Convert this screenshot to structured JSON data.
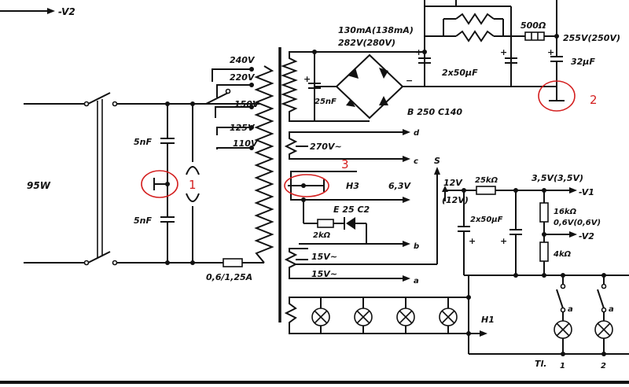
{
  "schematic": {
    "power": "95W",
    "top_output": "-V2",
    "tap_240": "240V",
    "tap_220": "220V",
    "tap_150": "150V",
    "tap_125": "125V",
    "tap_110": "110V",
    "fuse": "0,6/1,25A",
    "cap_top": "5nF",
    "cap_bottom": "5nF",
    "rectifier_current": "130mA(138mA)",
    "rectifier_voltage": "282V(280V)",
    "snubber_cap": "25nF",
    "rectifier": "B 250 C140",
    "filter_caps": "2x50µF",
    "resistor_500": "500Ω",
    "out_255": "255V(250V)",
    "cap_32": "32µF",
    "w270": "270V~",
    "heater": "H3",
    "heater_v": "6,3V",
    "diode": "E 25 C2",
    "res_2k": "2kΩ",
    "w15a": "15V~",
    "w15b": "15V~",
    "out_d": "d",
    "out_c": "c",
    "out_b": "b",
    "out_a": "a",
    "out_s": "S",
    "v12": "12V",
    "v12b": "(12V)",
    "res_25k": "25kΩ",
    "v35": "3,5V(3,5V)",
    "out_v1": "-V1",
    "caps_low": "2x50µF",
    "res_16k": "16kΩ",
    "v06": "0,6V(0,6V)",
    "out_v2": "-V2",
    "res_4k": "4kΩ",
    "lamp_group": "H1",
    "switch_a1": "a",
    "switch_a2": "a",
    "tl": "Tl.",
    "tl1": "1",
    "tl2": "2",
    "marker_1": "1",
    "marker_2": "2",
    "marker_3": "3"
  }
}
